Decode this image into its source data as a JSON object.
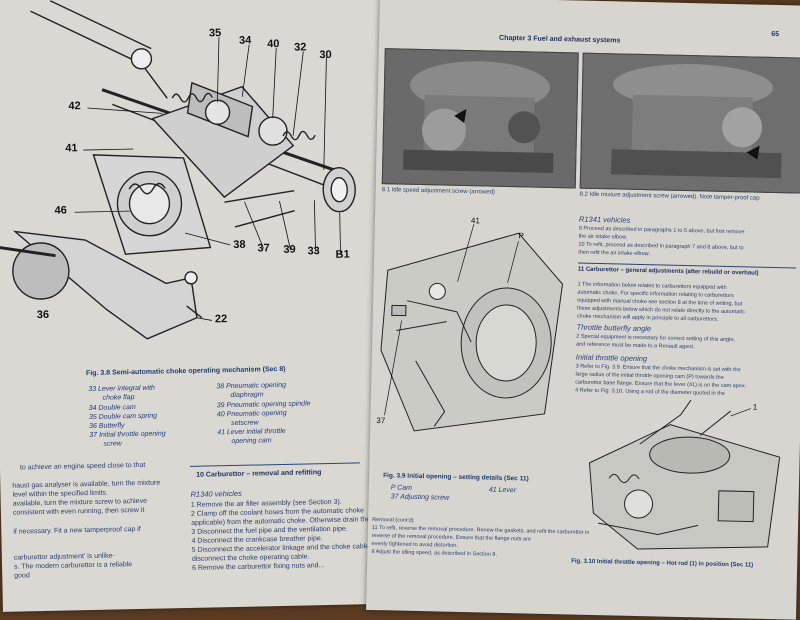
{
  "left_page": {
    "fig_caption": "Fig. 3.8 Semi-automatic choke operating mechanism (Sec 8)",
    "callouts": [
      "35",
      "34",
      "40",
      "32",
      "30",
      "42",
      "41",
      "46",
      "38",
      "37",
      "39",
      "33",
      "B1",
      "36",
      "22"
    ],
    "legend": [
      "33  Lever integral with",
      "choke flap",
      "34  Double cam",
      "35  Double cam spring",
      "36  Butterfly",
      "37  Initial throttle opening",
      "screw",
      "38  Pneumatic opening",
      "diaphragm",
      "39  Pneumatic opening spindle",
      "40  Pneumatic opening",
      "setscrew",
      "41  Lever initial throttle",
      "opening cam"
    ],
    "text_lines": [
      "to achieve an engine speed close to that",
      "haust gas analyser is available, turn the mixture",
      "level within the specified limits.",
      "available, turn the mixture screw to achieve",
      "consistent with even running, then screw it",
      "if necessary. Fit a new tamperproof cap if",
      "carburettor adjustment' is unlike-",
      "s. The modern carburettor is a reliable",
      "good"
    ],
    "section_heading": "10  Carburettor – removal and refitting",
    "sub_heading": "R1340 vehicles",
    "steps": [
      "1   Remove the air filter assembly (see Section 3).",
      "2   Clamp off the coolant hoses from the automatic choke",
      "applicable) from the automatic choke. Otherwise drain the",
      "3   Disconnect the fuel pipe and the ventilation pipe.",
      "4   Disconnect the crankcase breather pipe.",
      "5   Disconnect the accelerator linkage and the choke cable",
      "disconnect the choke operating cable.",
      "6   Remove the carburettor fixing nuts and..."
    ]
  },
  "right_page": {
    "header": "Chapter 3  Fuel and exhaust systems",
    "page_number": "65",
    "photo1_caption": "8.1 Idle speed adjustment screw (arrowed)",
    "photo2_caption": "8.2 Idle mixture adjustment screw (arrowed). Note tamper-proof cap",
    "fig9_caption": "Fig. 3.9 Initial opening – setting details (Sec 11)",
    "fig9_legend": [
      "P  Cam",
      "37  Adjusting screw",
      "41  Lever"
    ],
    "fig9_callouts": [
      "41",
      "P",
      "37"
    ],
    "sub_r1341": "R1341 vehicles",
    "r1341_text": [
      "9   Proceed as described in paragraphs 1 to 5 above, but first remove",
      "the air intake elbow.",
      "10  To refit, proceed as described in paragraph 7 and 8 above, but to",
      "then refit the air intake elbow."
    ],
    "section11": "11  Carburettor – general adjustments (after rebuild or overhaul)",
    "section11_text": [
      "1   The information below relates to carburettors equipped with",
      "automatic choke. For specific information relating to carburettors",
      "equipped with manual choke see section 8 at the time of writing, but",
      "these adjustments below which do not relate directly to the automatic",
      "choke mechanism will apply in principle to all carburettors."
    ],
    "sub_throttle": "Throttle butterfly angle",
    "throttle_text": [
      "2   Special equipment is necessary for correct setting of this angle,",
      "and reference must be made to a Renault agent."
    ],
    "sub_initial": "Initial throttle opening",
    "initial_text": [
      "3   Refer to Fig. 3.9. Ensure that the choke mechanism is set with the",
      "large radius of the initial throttle opening cam (P) towards the",
      "carburettor base flange. Ensure that the lever (41) is on the cam apex.",
      "4   Refer to Fig. 3.10. Using a rod of the diameter quoted in the"
    ],
    "left_col_text": [
      "Removal (cont'd)",
      "11  To refit, reverse the removal procedure. Renew the gaskets, and refit the carburettor in",
      "reverse of the removal procedure. Ensure that the flange nuts are",
      "evenly tightened to avoid distortion.",
      "9   Adjust the idling speed, as described in Section 9."
    ],
    "fig10_caption": "Fig. 3.10 Initial throttle opening – Hot rod (1) in position (Sec 11)",
    "fig10_callout": "1"
  },
  "colors": {
    "page": "#d8d7d1",
    "ink_blue": "#233c78",
    "table_wood": "#5a3b22"
  }
}
